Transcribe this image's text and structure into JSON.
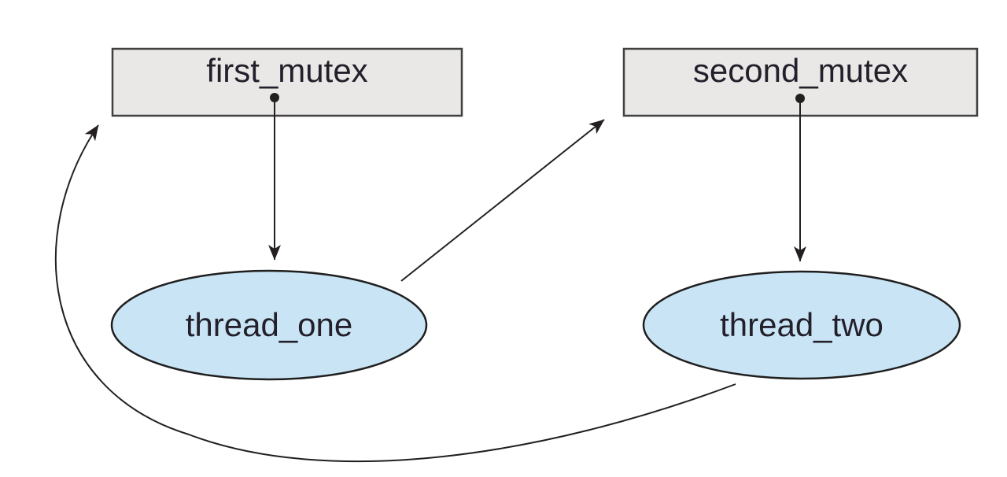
{
  "diagram": {
    "kind": "resource-allocation-graph",
    "colors": {
      "background": "#ffffff",
      "box-fill": "#e9e8e6",
      "box-border": "#404040",
      "ellipse-fill": "#c9e5f5",
      "ellipse-border": "#1f1f1f",
      "line": "#231f20",
      "text": "#231f2b"
    },
    "nodes": {
      "first_mutex": {
        "label": "first_mutex",
        "shape": "rectangle",
        "type": "mutex",
        "instances": 1
      },
      "second_mutex": {
        "label": "second_mutex",
        "shape": "rectangle",
        "type": "mutex",
        "instances": 1
      },
      "thread_one": {
        "label": "thread_one",
        "shape": "ellipse",
        "type": "thread"
      },
      "thread_two": {
        "label": "thread_two",
        "shape": "ellipse",
        "type": "thread"
      }
    },
    "edges": [
      {
        "from": "first_mutex",
        "to": "thread_one",
        "style": "straight"
      },
      {
        "from": "thread_one",
        "to": "second_mutex",
        "style": "straight"
      },
      {
        "from": "second_mutex",
        "to": "thread_two",
        "style": "straight"
      },
      {
        "from": "thread_two",
        "to": "first_mutex",
        "style": "curved"
      }
    ]
  }
}
